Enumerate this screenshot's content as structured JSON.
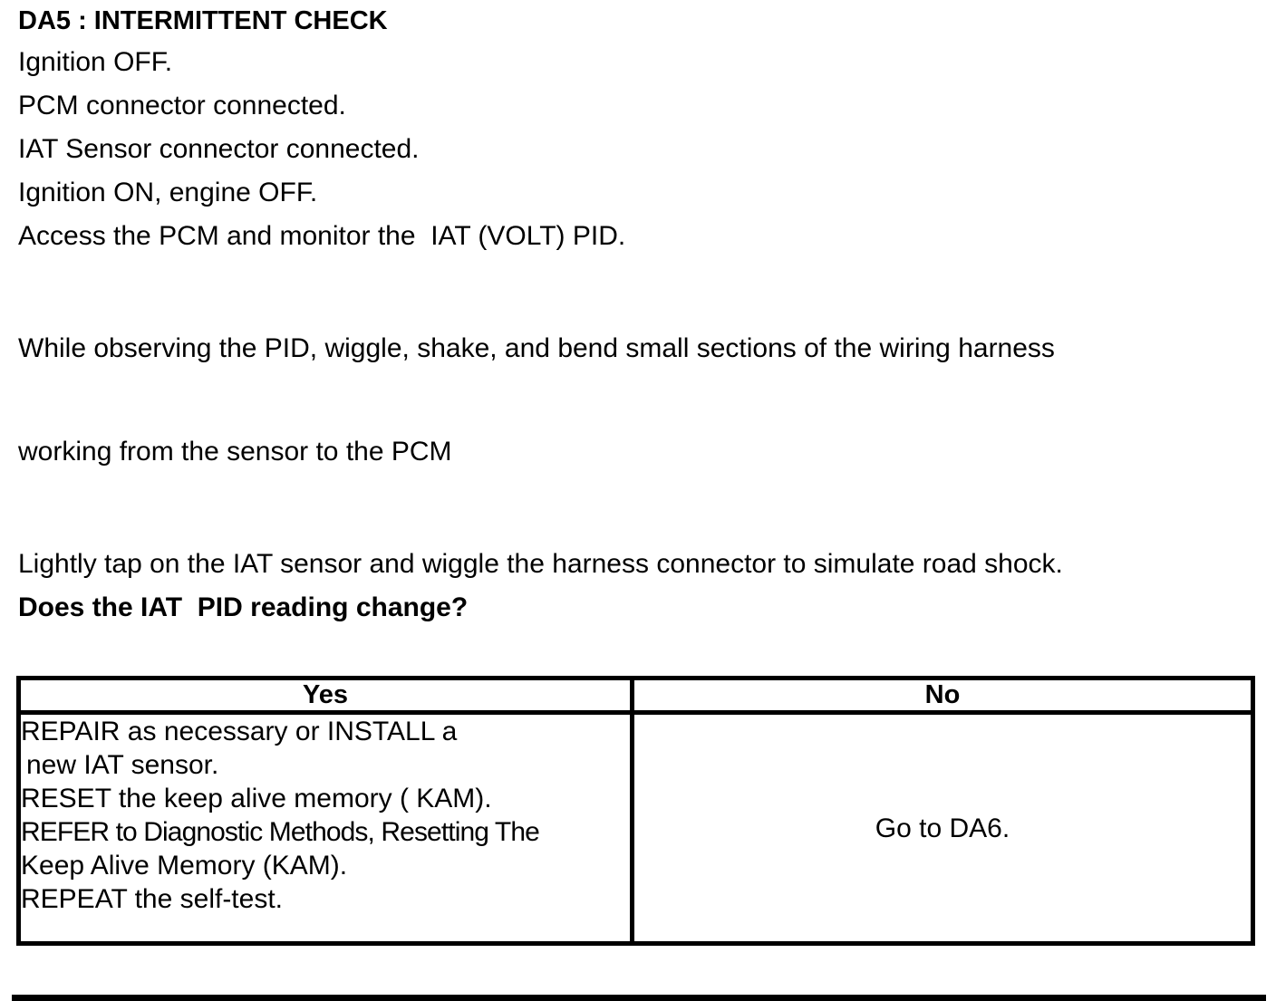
{
  "doc": {
    "heading": "DA5 : INTERMITTENT CHECK",
    "steps": [
      "Ignition OFF.",
      "PCM connector connected.",
      "IAT Sensor connector connected.",
      "Ignition ON, engine OFF.",
      "Access the PCM and monitor the  IAT (VOLT) PID."
    ],
    "wiggle_step": {
      "line1": "While observing the PID, wiggle, shake, and bend small sections of the wiring harness",
      "line2": "working from the sensor to the PCM"
    },
    "tap_step": "Lightly tap on the IAT sensor and wiggle the harness connector to simulate road shock.",
    "question": "Does the IAT  PID reading change?"
  },
  "results_table": {
    "yes": {
      "header": "Yes",
      "lines": [
        "REPAIR as necessary or INSTALL a",
        "new IAT sensor.",
        "RESET the keep alive memory ( KAM).",
        "REFER to Diagnostic Methods, Resetting The",
        "Keep Alive Memory (KAM).",
        "REPEAT the self-test."
      ]
    },
    "no": {
      "header": "No",
      "action": "Go to DA6."
    }
  },
  "colors": {
    "ink": "#000000",
    "paper": "#ffffff"
  }
}
